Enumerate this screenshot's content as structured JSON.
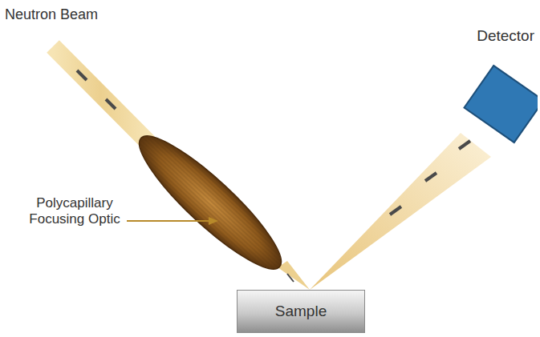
{
  "diagram": {
    "nodes": [
      {
        "text": [
          "Detector"
        ]
      },
      {
        "text": [
          "Sample"
        ]
      }
    ],
    "labels": [
      "Neutron Beam",
      "Polycapillary Focusing Optic"
    ]
  }
}
